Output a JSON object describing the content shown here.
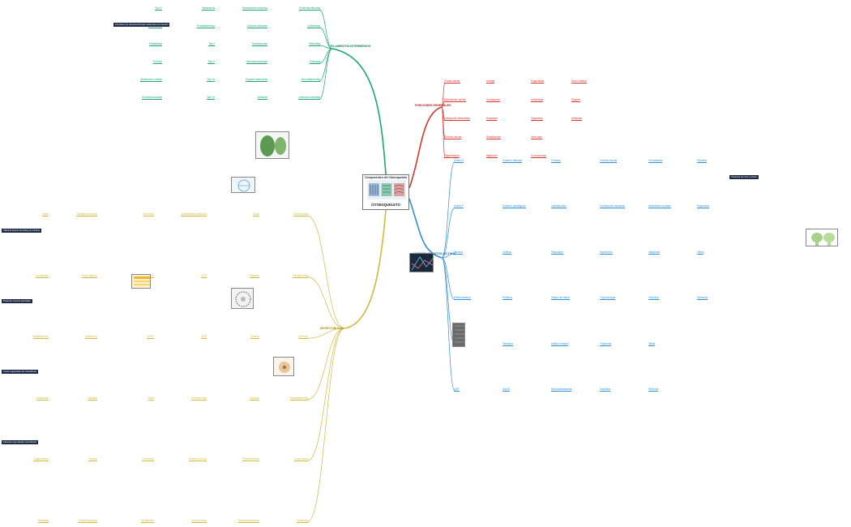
{
  "center": {
    "title": "Componentes del Citoesqueleto",
    "label": "CITOESQUELETO"
  },
  "branches": {
    "filamentos": {
      "title": "FILAMENTOS INTERMEDIOS",
      "color": "#1aa57a",
      "items": [
        "Proteínas fibrosas",
        "Queratinas",
        "Vimentina",
        "Desmina",
        "Neurofilamentos",
        "Láminas nucleares",
        "Resistencia mecánica",
        "Uniones celulares",
        "Desmosomas",
        "Hemidesmosomas",
        "Soporte estructural",
        "Dímeros",
        "Tetrámeros",
        "Protofilamentos",
        "Tipo I",
        "Tipo II",
        "Tipo III",
        "Tipo IV",
        "Tipo V",
        "Ensamblaje",
        "Estabilidad",
        "Función",
        "Distribución celular",
        "Envoltura nuclear"
      ],
      "boxes": [
        "Formados por proteínas fibrosas resistentes a la tracción"
      ]
    },
    "funciones": {
      "title": "FUNCIONES GENERALES",
      "color": "#d9342b",
      "items": [
        "Forma celular",
        "Movimiento celular",
        "Transporte intracelular",
        "División celular",
        "Organización",
        "Anclaje",
        "Contracción",
        "Polaridad",
        "Señalización",
        "Migración",
        "Fagocitosis",
        "Citocinesis",
        "Organelos",
        "Vesículas",
        "Cromosomas",
        "Huso mitótico",
        "Soporte",
        "Adhesión"
      ]
    },
    "microtubulos": {
      "title": "MICROTÚBULOS",
      "color": "#d6b83a",
      "items": [
        "Tubulina alfa",
        "Tubulina beta",
        "Dímeros",
        "Protofilamentos",
        "Centrosoma",
        "Centriolos",
        "Cilios",
        "Flagelos",
        "Dineína",
        "Cinesina",
        "Polimerización",
        "Despolimerización",
        "Inestabilidad dinámica",
        "GTP",
        "GDP",
        "Extremo más",
        "Extremo menos",
        "Cuerpo basal",
        "Axonema",
        "9+2",
        "MAPs",
        "Taxol",
        "Colchicina",
        "Vinblastina",
        "Transporte axonal",
        "Huso mitótico",
        "Cinetocoro",
        "Astrales",
        "Polares",
        "Tubulina gamma",
        "Anillo",
        "Nucleación",
        "Estabilización",
        "Acetilación",
        "Organización",
        "Motilidad"
      ],
      "boxes": [
        "Cilindros huecos formados por tubulina",
        "Proteínas motoras asociadas",
        "Centro organizador de microtúbulos",
        "Fármacos que afectan microtúbulos"
      ]
    },
    "microfilamentos": {
      "title": "MICROFILAMENTOS (ACTINA)",
      "color": "#2f8fd6",
      "items": [
        "Actina G",
        "Actina F",
        "Miosina",
        "Polimerización",
        "ATP",
        "ADP",
        "Extremo barbado",
        "Extremo puntiagudo",
        "Cofilina",
        "Profilina",
        "Timosina",
        "Arp2/3",
        "Formina",
        "Lamelipodios",
        "Filopodios",
        "Fibras de estrés",
        "Anillo contráctil",
        "Microvellosidades",
        "Corteza celular",
        "Contracción muscular",
        "Sarcómero",
        "Tropomiosina",
        "Troponina",
        "Faloidina",
        "Citocalasina",
        "Adhesiones focales",
        "Integrinas",
        "Vinculina",
        "Talina",
        "Fimbrina",
        "Filamina",
        "Espectrina",
        "Villina",
        "Gelsolina"
      ],
      "boxes": [
        "Proteínas de unión a actina"
      ]
    }
  },
  "thumbnail_right": "Microfilamentos"
}
